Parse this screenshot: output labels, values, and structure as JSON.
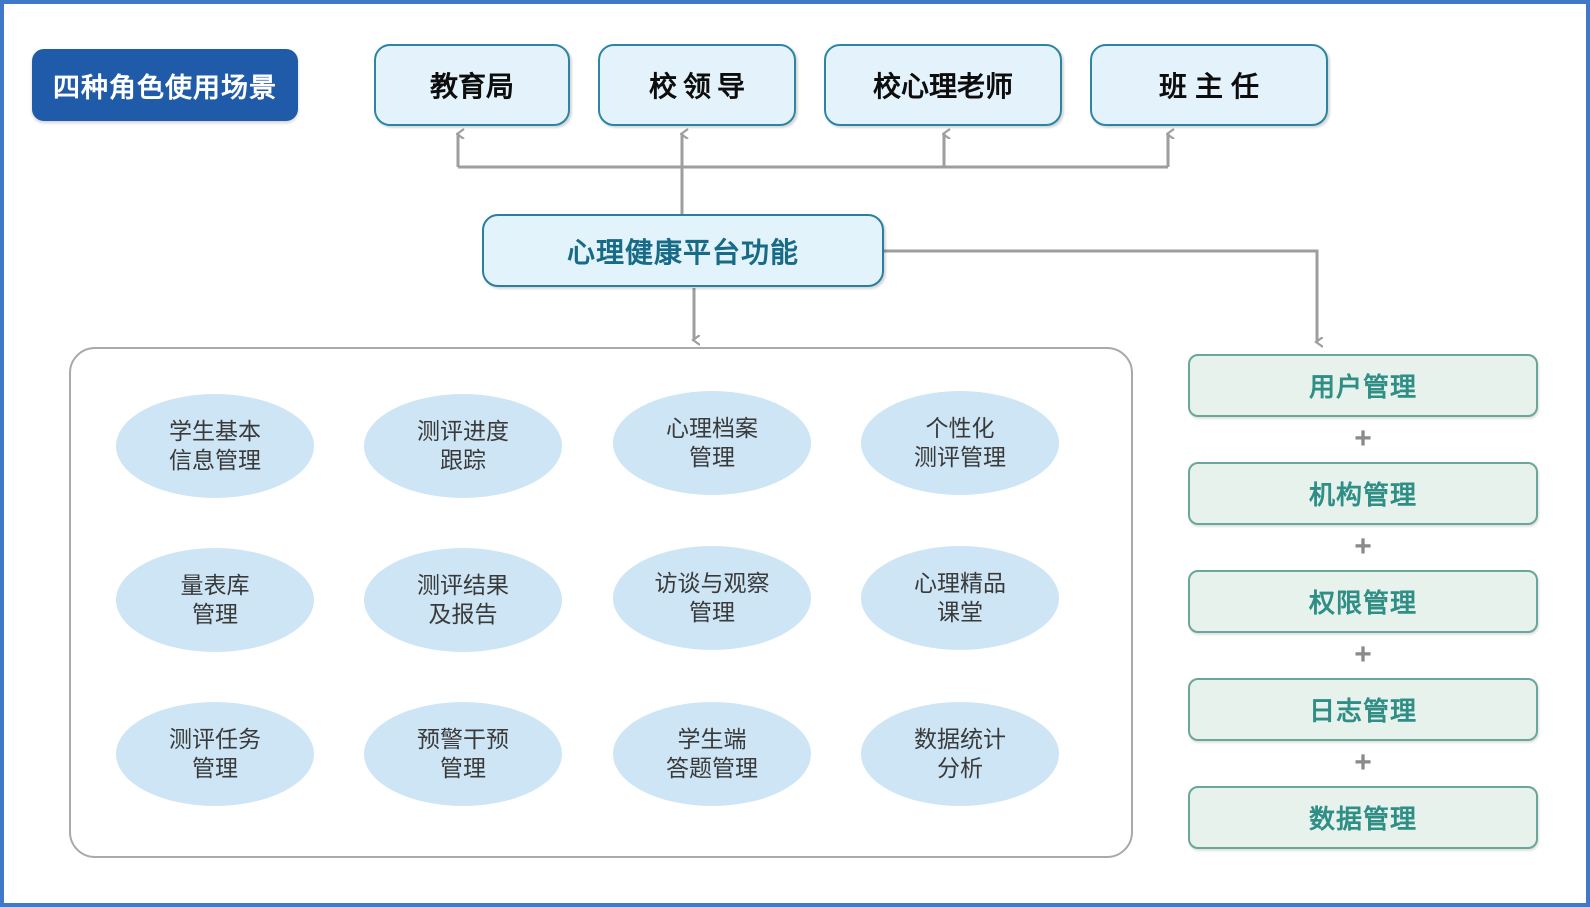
{
  "page": {
    "frame_color": "#4178c8",
    "background": "#ffffff"
  },
  "title_badge": {
    "label": "四种角色使用场景",
    "background": "#1f5ba8",
    "text_color": "#ffffff"
  },
  "roles": {
    "section_label": "四种角色使用场景",
    "fill": "#e4f3fb",
    "border": "#2c85a4",
    "items": [
      {
        "label": "教育局"
      },
      {
        "label": "校领导"
      },
      {
        "label": "校心理老师"
      },
      {
        "label": "班主任"
      }
    ]
  },
  "platform": {
    "label": "心理健康平台功能",
    "fill": "#e2f3fb",
    "border": "#2a7f9e",
    "text_color": "#176b86"
  },
  "features": {
    "container_border": "#a9a9a9",
    "ellipse_fill": "#cde5f5",
    "ellipse_text": "#3a3a3a",
    "items": [
      {
        "line1": "学生基本",
        "line2": "信息管理"
      },
      {
        "line1": "测评进度",
        "line2": "跟踪"
      },
      {
        "line1": "心理档案",
        "line2": "管理"
      },
      {
        "line1": "个性化",
        "line2": "测评管理"
      },
      {
        "line1": "量表库",
        "line2": "管理"
      },
      {
        "line1": "测评结果",
        "line2": "及报告"
      },
      {
        "line1": "访谈与观察",
        "line2": "管理"
      },
      {
        "line1": "心理精品",
        "line2": "课堂"
      },
      {
        "line1": "测评任务",
        "line2": "管理"
      },
      {
        "line1": "预警干预",
        "line2": "管理"
      },
      {
        "line1": "学生端",
        "line2": "答题管理"
      },
      {
        "line1": "数据统计",
        "line2": "分析"
      }
    ]
  },
  "management": {
    "fill": "#e8f2ec",
    "border": "#6ba69a",
    "text_color": "#2f8f86",
    "separator": "+",
    "items": [
      {
        "label": "用户管理"
      },
      {
        "label": "机构管理"
      },
      {
        "label": "权限管理"
      },
      {
        "label": "日志管理"
      },
      {
        "label": "数据管理"
      }
    ]
  },
  "connectors": {
    "color": "#9e9e9e",
    "description": "平台功能向上连接四种角色，向下连接功能模块容器，向右连接管理模块"
  }
}
